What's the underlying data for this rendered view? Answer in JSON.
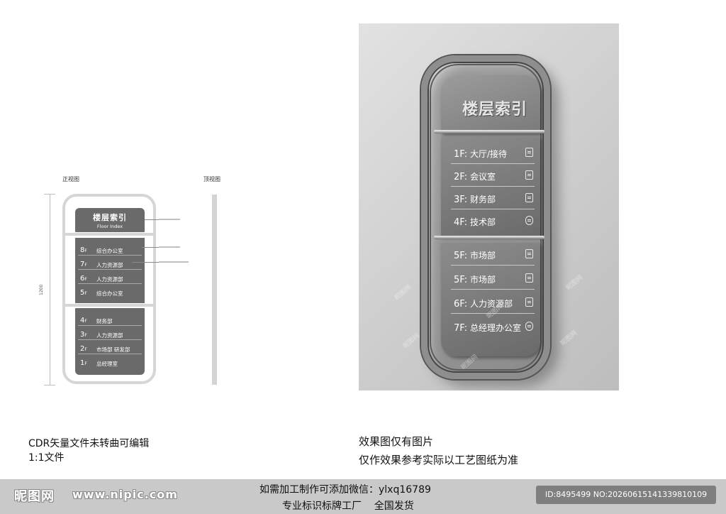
{
  "drawing": {
    "front_view_label": "正视图",
    "top_view_label": "顶视图",
    "height_dimension": "1200",
    "title_zh": "楼层索引",
    "title_en": "Floor Index",
    "upper_floors": [
      {
        "num": "8",
        "unit": "F",
        "name": "综合办公室"
      },
      {
        "num": "7",
        "unit": "F",
        "name": "人力资源部"
      },
      {
        "num": "6",
        "unit": "F",
        "name": "人力资源部"
      },
      {
        "num": "5",
        "unit": "F",
        "name": "综合办公室"
      }
    ],
    "lower_floors": [
      {
        "num": "4",
        "unit": "F",
        "name": "财务部"
      },
      {
        "num": "3",
        "unit": "F",
        "name": "人力资源部"
      },
      {
        "num": "2",
        "unit": "F",
        "name": "市场部 研发部"
      },
      {
        "num": "1",
        "unit": "F",
        "name": "总经理室"
      }
    ]
  },
  "mockup": {
    "title": "楼层索引",
    "rows_top": [
      {
        "floor": "1F:",
        "name": "大厅/接待"
      },
      {
        "floor": "2F:",
        "name": "会议室"
      },
      {
        "floor": "3F:",
        "name": "财务部"
      },
      {
        "floor": "4F:",
        "name": "技术部"
      }
    ],
    "rows_bottom": [
      {
        "floor": "5F:",
        "name": "市场部"
      },
      {
        "floor": "5F:",
        "name": "市场部"
      },
      {
        "floor": "6F:",
        "name": "人力资源部"
      },
      {
        "floor": "7F:",
        "name": "总经理办公室"
      }
    ],
    "watermark": "昵图网"
  },
  "captions": {
    "left_line1": "CDR矢量文件未转曲可编辑",
    "left_line2": "1:1文件",
    "right_line1": "效果图仅有图片",
    "right_line2": "仅作效果参考实际以工艺图纸为准"
  },
  "footer": {
    "logo": "昵图网",
    "url": "www.nipic.com",
    "line1": "如需加工制作可添加微信：ylxq16789",
    "line2": "专业标识标牌工厂    全国发货",
    "id_text": "ID:8495499 NO:20260615141339810109"
  }
}
